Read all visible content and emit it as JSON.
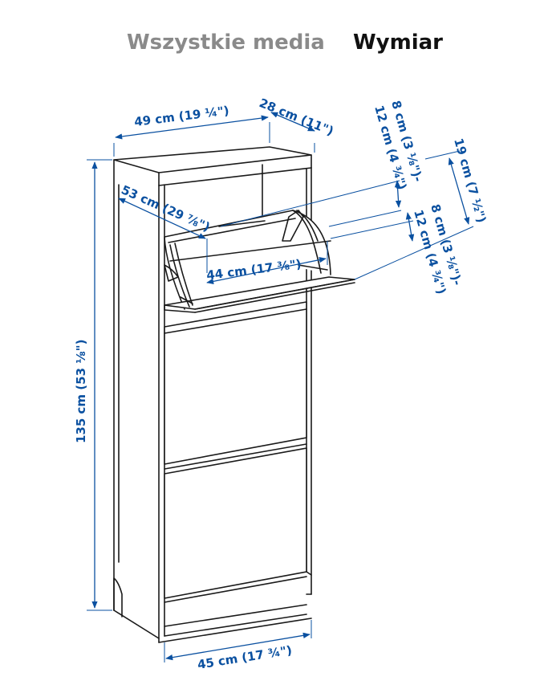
{
  "tabs": [
    {
      "label": "Wszystkie media",
      "active": false
    },
    {
      "label": "Wymiar",
      "active": true
    }
  ],
  "colors": {
    "dimension": "#0a50a0",
    "line": "#1a1a1a",
    "tab_inactive": "#8a8a8a",
    "tab_active": "#111111"
  },
  "dimensions": {
    "width_top": "49 cm (19 ¼\")",
    "depth_top": "28 cm (11\")",
    "diagonal": "53 cm (29 ⅞\")",
    "inner_width": "44 cm (17 ⅜\")",
    "height": "135 cm (53 ⅛\")",
    "width_bottom": "45 cm (17 ¾\")",
    "compartment_range_top_a": "8 cm (3 ⅛\")-",
    "compartment_range_top_b": "12 cm (4 ¾\")",
    "flap_depth": "19 cm (7 ½\")",
    "compartment_range_side_a": "8 cm (3 ⅛\")-",
    "compartment_range_side_b": "12 cm (4 ¾\")"
  }
}
